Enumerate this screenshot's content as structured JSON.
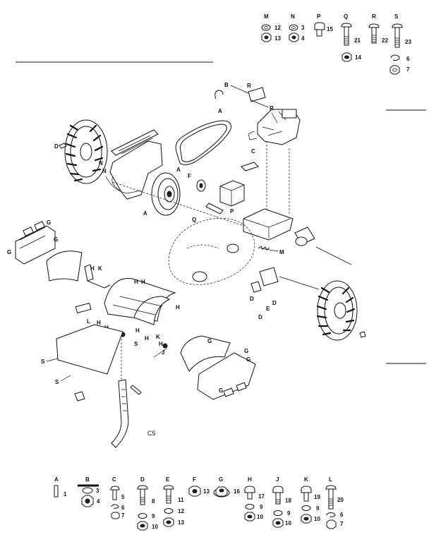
{
  "diagram_code": "C5",
  "hardware_top": [
    {
      "letter": "M",
      "numbers": [
        "12",
        "13"
      ]
    },
    {
      "letter": "N",
      "numbers": [
        "3",
        "4"
      ]
    },
    {
      "letter": "P",
      "numbers": [
        "15"
      ]
    },
    {
      "letter": "Q",
      "numbers": [
        "21",
        "14"
      ]
    },
    {
      "letter": "R",
      "numbers": [
        "22"
      ]
    },
    {
      "letter": "S",
      "numbers": [
        "23",
        "6",
        "7"
      ]
    }
  ],
  "hardware_bottom": [
    {
      "letter": "A",
      "numbers": [
        "1"
      ]
    },
    {
      "letter": "B",
      "numbers": [
        "3",
        "4"
      ]
    },
    {
      "letter": "C",
      "numbers": [
        "5",
        "6",
        "7"
      ]
    },
    {
      "letter": "D",
      "numbers": [
        "8",
        "9",
        "10"
      ]
    },
    {
      "letter": "E",
      "numbers": [
        "11",
        "12",
        "13"
      ]
    },
    {
      "letter": "F",
      "numbers": [
        "13"
      ]
    },
    {
      "letter": "G",
      "numbers": [
        "16"
      ]
    },
    {
      "letter": "H",
      "numbers": [
        "17",
        "9",
        "10"
      ]
    },
    {
      "letter": "J",
      "numbers": [
        "18",
        "9",
        "10"
      ]
    },
    {
      "letter": "K",
      "numbers": [
        "19",
        "9",
        "10"
      ]
    },
    {
      "letter": "L",
      "numbers": [
        "20",
        "6",
        "7"
      ]
    }
  ],
  "callouts": {
    "a": "A",
    "b": "B",
    "c": "C",
    "d": "D",
    "e": "E",
    "f": "F",
    "g": "G",
    "h": "H",
    "j": "J",
    "k": "K",
    "l": "L",
    "m": "M",
    "n": "N",
    "p": "P",
    "q": "Q",
    "r": "R",
    "s": "S"
  }
}
